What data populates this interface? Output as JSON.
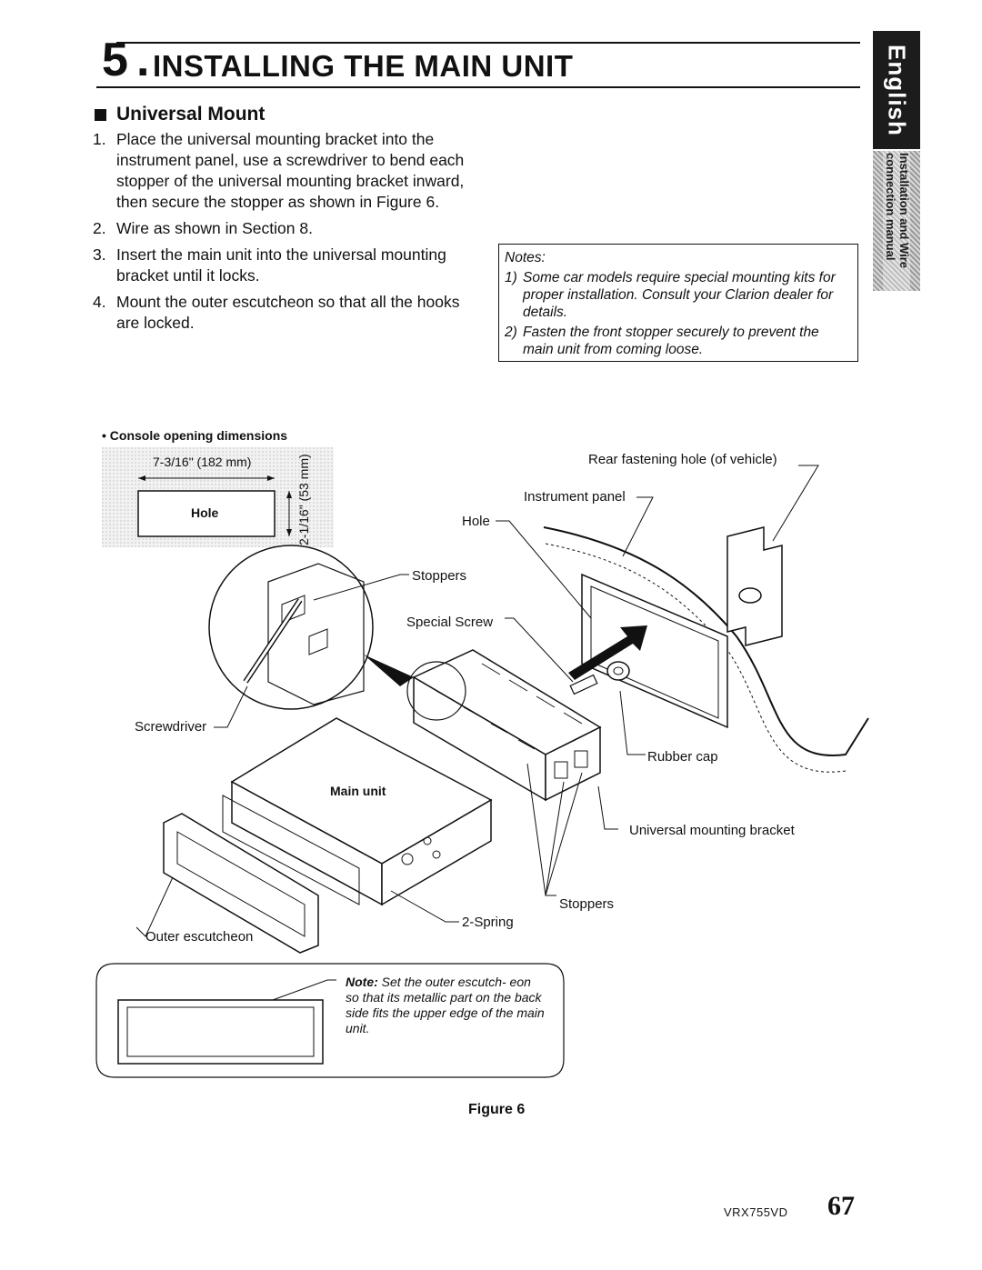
{
  "header": {
    "section_number": "5",
    "section_dot": ".",
    "title": "INSTALLING THE MAIN UNIT"
  },
  "side_tab": {
    "language": "English",
    "section": "Installation and Wire connection manual"
  },
  "subheading": "Universal Mount",
  "steps": [
    {
      "num": "1.",
      "text": "Place the universal mounting bracket into the instrument panel, use a screwdriver to bend each stopper of the universal mounting bracket inward, then secure the stopper as shown in Figure 6."
    },
    {
      "num": "2.",
      "text": "Wire as shown in Section 8."
    },
    {
      "num": "3.",
      "text": "Insert the main unit into the universal mounting bracket until it locks."
    },
    {
      "num": "4.",
      "text": "Mount the outer escutcheon so that all the hooks are locked."
    }
  ],
  "notes": {
    "label": "Notes:",
    "items": [
      {
        "num": "1)",
        "text": "Some car models require special mounting kits for proper installation. Consult your Clarion dealer for details."
      },
      {
        "num": "2)",
        "text": "Fasten the front stopper securely to prevent the main unit from coming loose."
      }
    ]
  },
  "console": {
    "title": "• Console opening dimensions",
    "width_label": "7-3/16\" (182 mm)",
    "height_label": "2-1/16\" (53 mm)",
    "hole_label": "Hole"
  },
  "figure_labels": {
    "rear_fastening_hole": "Rear fastening hole (of vehicle)",
    "instrument_panel": "Instrument panel",
    "hole": "Hole",
    "stoppers_top": "Stoppers",
    "special_screw": "Special Screw",
    "screwdriver": "Screwdriver",
    "rubber_cap": "Rubber cap",
    "main_unit": "Main unit",
    "universal_mounting_bracket": "Universal mounting bracket",
    "stoppers_bottom": "Stoppers",
    "spring": "2-Spring",
    "outer_escutcheon": "Outer escutcheon"
  },
  "inset_note": {
    "label": "Note:",
    "text": "Set the outer escutch- eon so that its metallic part on the back side fits the upper edge of the main unit."
  },
  "figure_caption": "Figure 6",
  "footer": {
    "model": "VRX755VD",
    "page_number": "67"
  },
  "colors": {
    "ink": "#111111",
    "tab_dark": "#1c1c1c",
    "screen_gray": "#bdbdbd"
  }
}
